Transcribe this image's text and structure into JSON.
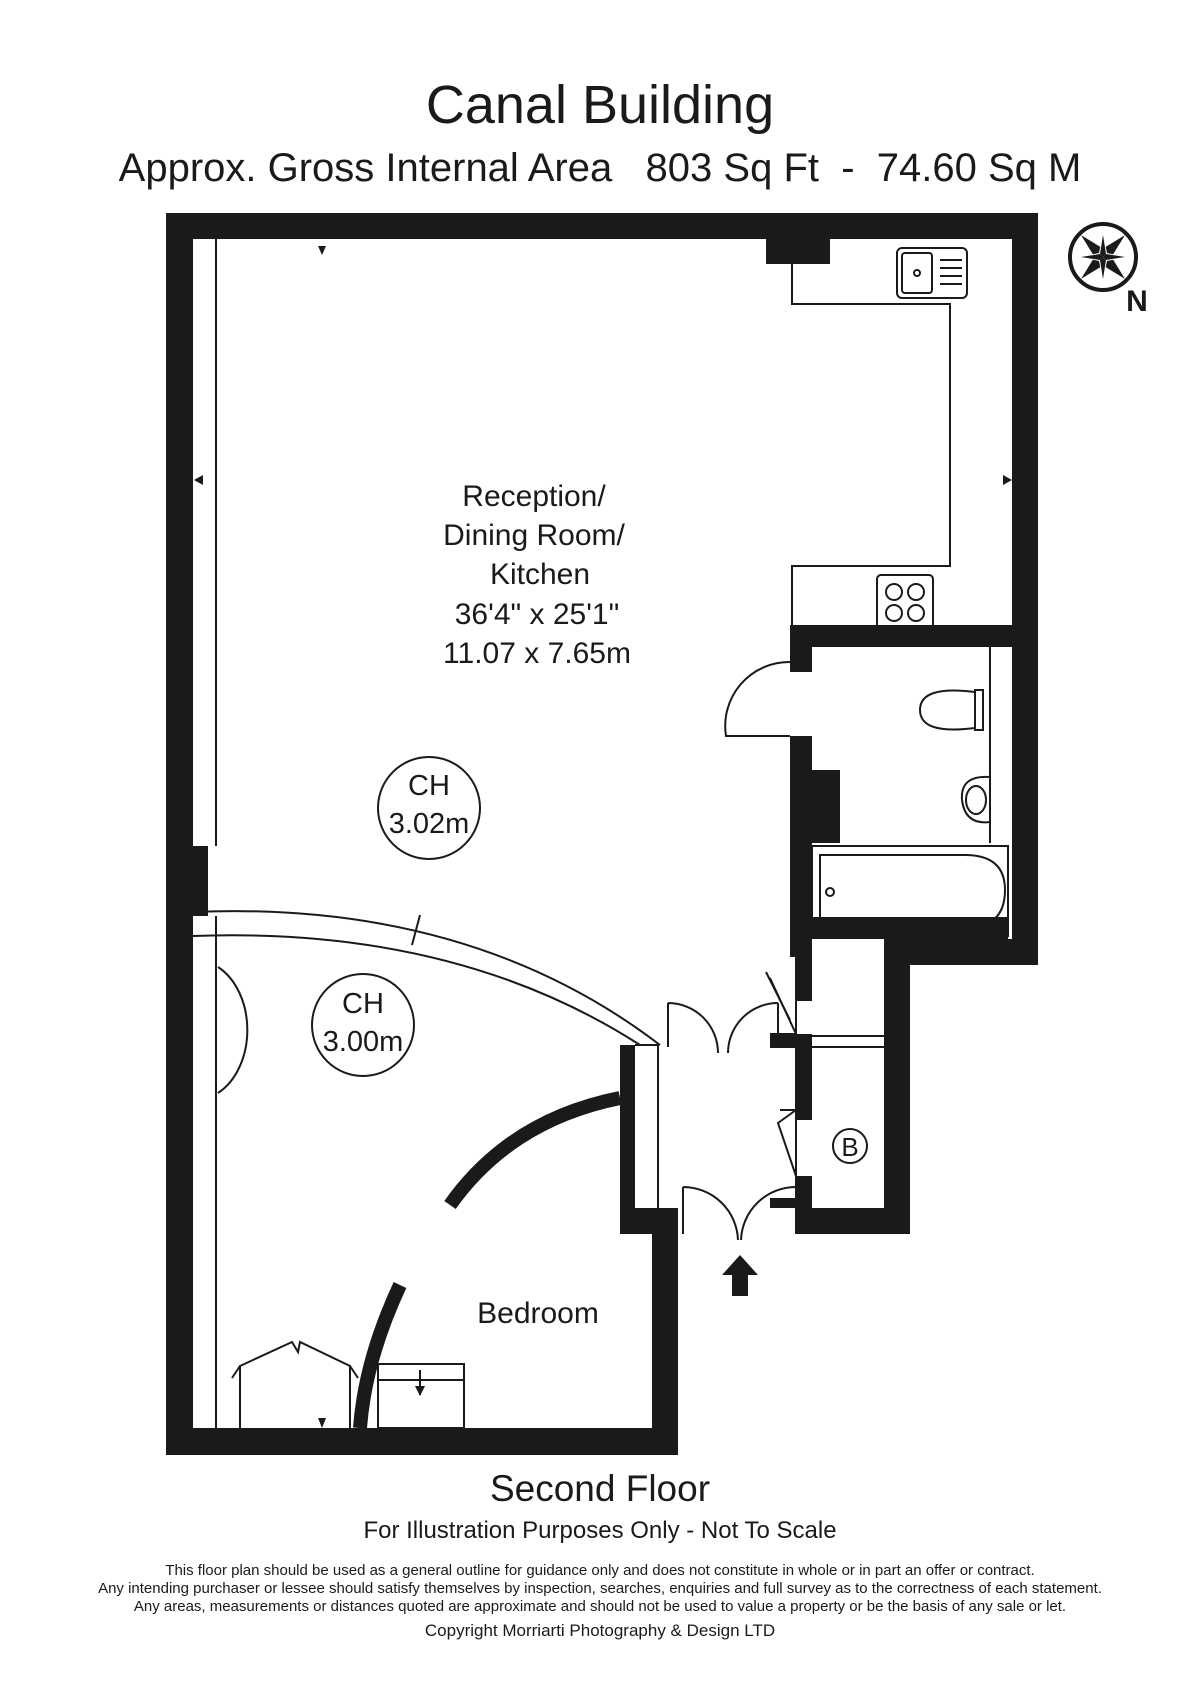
{
  "header": {
    "title": "Canal Building",
    "subtitle": "Approx. Gross Internal Area   803 Sq Ft  -  74.60 Sq M"
  },
  "plan": {
    "compass_label": "N",
    "rooms": {
      "reception": {
        "name_lines": [
          "Reception/",
          "Dining Room/",
          "Kitchen"
        ],
        "imperial": "36'4\" x 25'1\"",
        "metric": "11.07 x 7.65m"
      },
      "bedroom": {
        "name": "Bedroom"
      }
    },
    "ceiling_heights": [
      {
        "label": "CH",
        "value": "3.02m"
      },
      {
        "label": "CH",
        "value": "3.00m"
      }
    ],
    "boiler_label": "B"
  },
  "footer": {
    "floor": "Second Floor",
    "illustration": "For Illustration Purposes Only - Not To Scale",
    "disclaimer": [
      "This floor plan should be used as a general outline for guidance only and does not constitute in whole or in part an offer or contract.",
      "Any intending purchaser or lessee should satisfy themselves by inspection, searches, enquiries and full survey as to the correctness of each statement.",
      "Any areas, measurements or distances quoted are approximate and should not be used to value a property or be the basis of any sale or let."
    ],
    "copyright": "Copyright Morriarti Photography & Design LTD"
  },
  "colors": {
    "wall": "#1a1a1a",
    "background": "#ffffff"
  }
}
